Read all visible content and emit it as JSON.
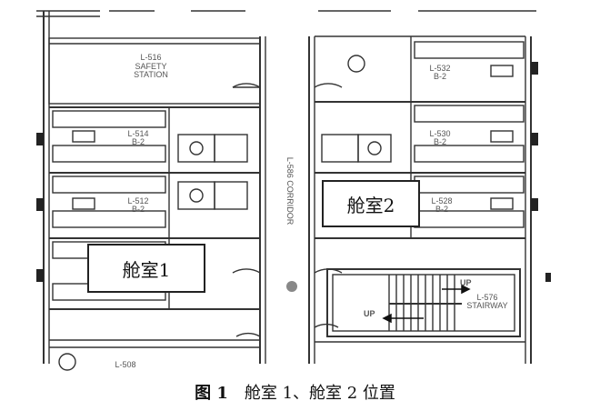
{
  "labels": {
    "safety_station": [
      "L-516",
      "SAFETY",
      "STATION"
    ],
    "corridor": "L-586 CORRIDOR",
    "stairway": [
      "L-576",
      "STAIRWAY"
    ],
    "up_upper": "UP",
    "up_lower": "UP",
    "rooms_left": [
      [
        "L-514",
        "B-2"
      ],
      [
        "L-512",
        "B-2"
      ]
    ],
    "rooms_right": [
      [
        "L-532",
        "B-2"
      ],
      [
        "L-530",
        "B-2"
      ],
      [
        "L-528",
        "B-2"
      ]
    ],
    "bottom_room": "L-508"
  },
  "callouts": {
    "cabin_1": "舱室1",
    "cabin_2": "舱室2"
  },
  "caption": {
    "number": "图 1",
    "text": "舱室 1、舱室 2 位置"
  }
}
